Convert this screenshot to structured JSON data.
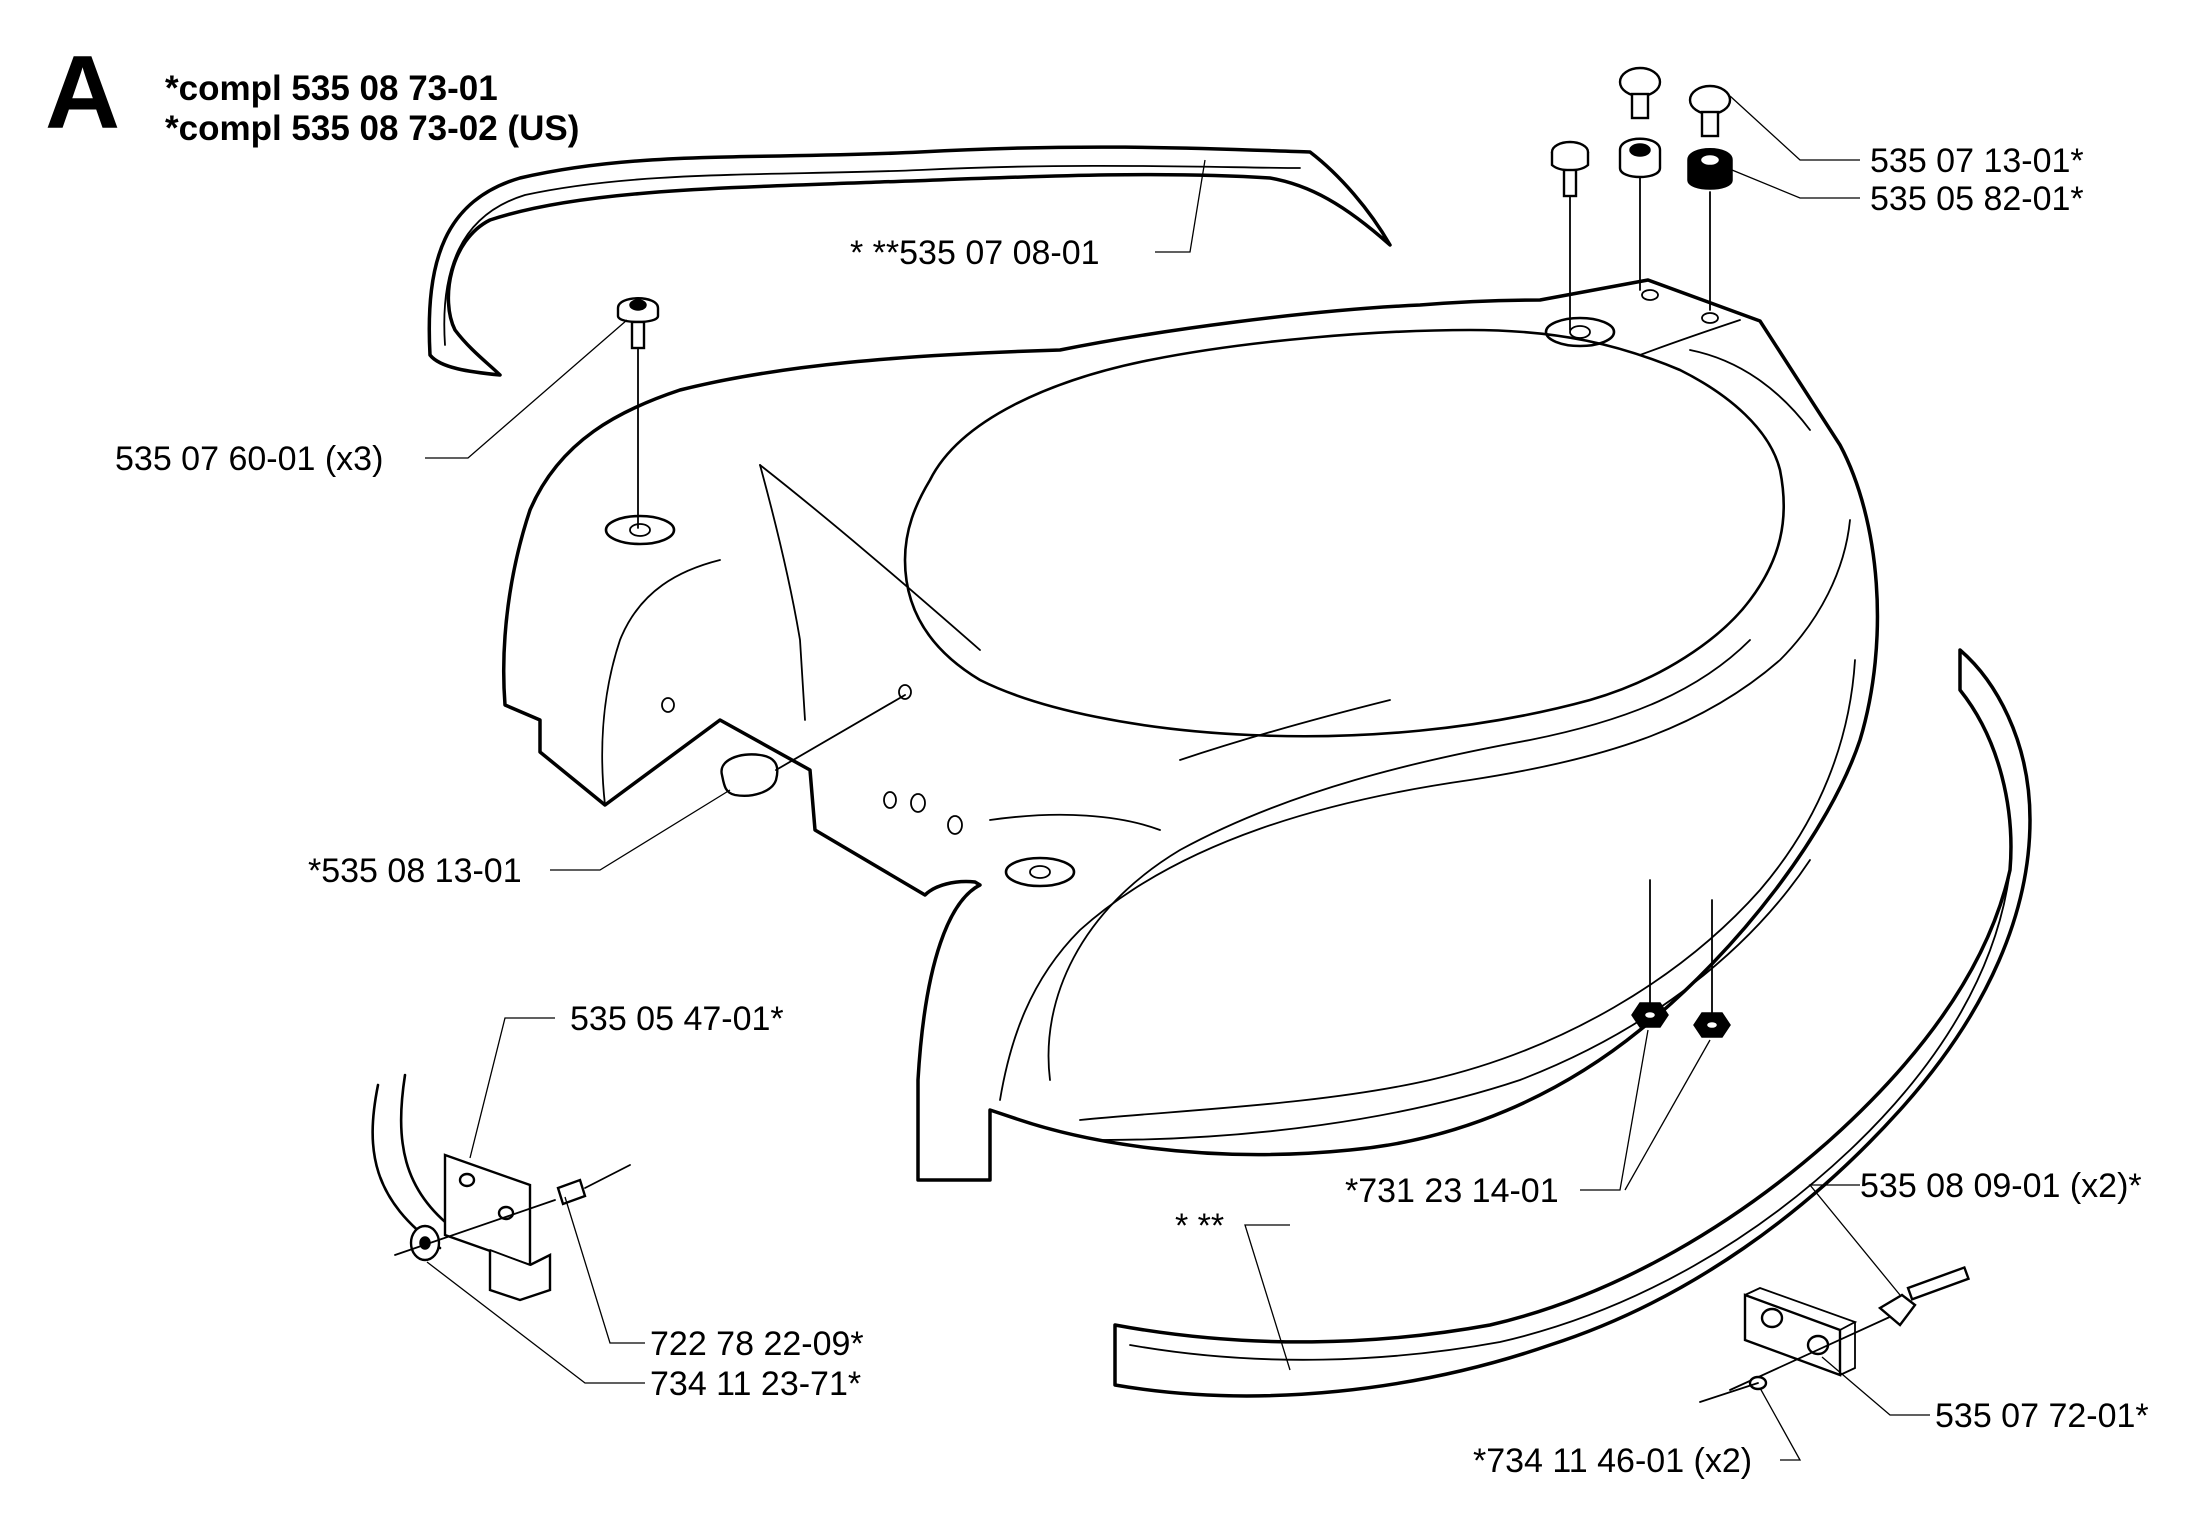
{
  "header": {
    "section_letter": "A",
    "assembly_line_1": "*compl 535 08 73-01",
    "assembly_line_2": "*compl 535 08 73-02 (US)"
  },
  "callouts": {
    "c01": "535 07 13-01*",
    "c02": "535 05 82-01*",
    "c03": "* **535 07 08-01",
    "c04": "535 07 60-01 (x3)",
    "c05": "*535 08 13-01",
    "c06": "535 05 47-01*",
    "c07": "*731 23 14-01",
    "c08": "535 08 09-01 (x2)*",
    "c09": "* **",
    "c10": "722 78 22-09*",
    "c11": "734 11 23-71*",
    "c12": "535 07 72-01*",
    "c13": "*734 11 46-01 (x2)"
  }
}
